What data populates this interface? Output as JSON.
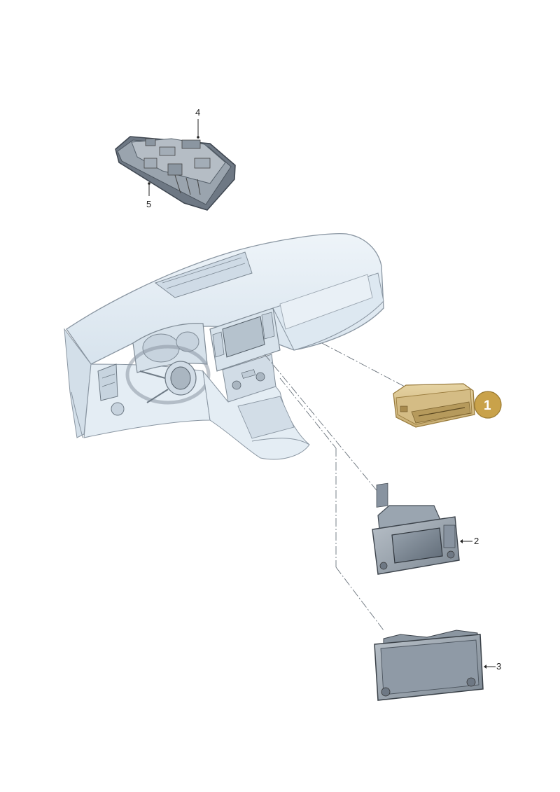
{
  "callouts": [
    {
      "label": "1"
    },
    {
      "label": "2"
    },
    {
      "label": "3"
    },
    {
      "label": "4"
    },
    {
      "label": "5"
    }
  ],
  "colors": {
    "highlight_fill": "#d8c28e",
    "highlight_stroke": "#a8884a",
    "badge_fill": "#c9a24a",
    "dash_fill": "#e4eef6",
    "outline": "#7f8b96",
    "part_dark": "#5a6470",
    "part_mid": "#8c97a2",
    "screen": "#6d7884"
  }
}
